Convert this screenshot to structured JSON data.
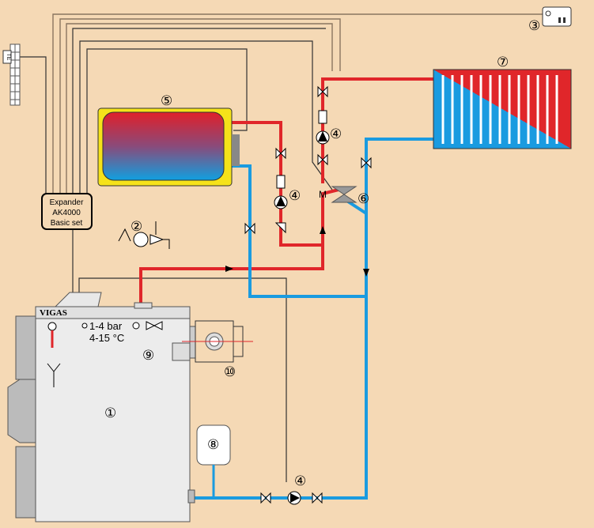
{
  "labels": {
    "n1": "①",
    "n2": "②",
    "n3": "③",
    "n4a": "④",
    "n4b": "④",
    "n4c": "④",
    "n5": "⑤",
    "n6": "⑥",
    "n7": "⑦",
    "n8": "⑧",
    "n9": "⑨",
    "n10": "⑩"
  },
  "boiler": {
    "brand": "VIGAS",
    "pressure": "1-4 bar",
    "temp": "4-15 °C"
  },
  "expander": {
    "line1": "Expander",
    "line2": "AK4000",
    "line3": "Basic set"
  },
  "sensor": "TE",
  "motor": "M",
  "colors": {
    "hot": "#e0262a",
    "cold": "#1a9be0",
    "background": "#f5d9b5",
    "tank": "#f5e21a"
  }
}
